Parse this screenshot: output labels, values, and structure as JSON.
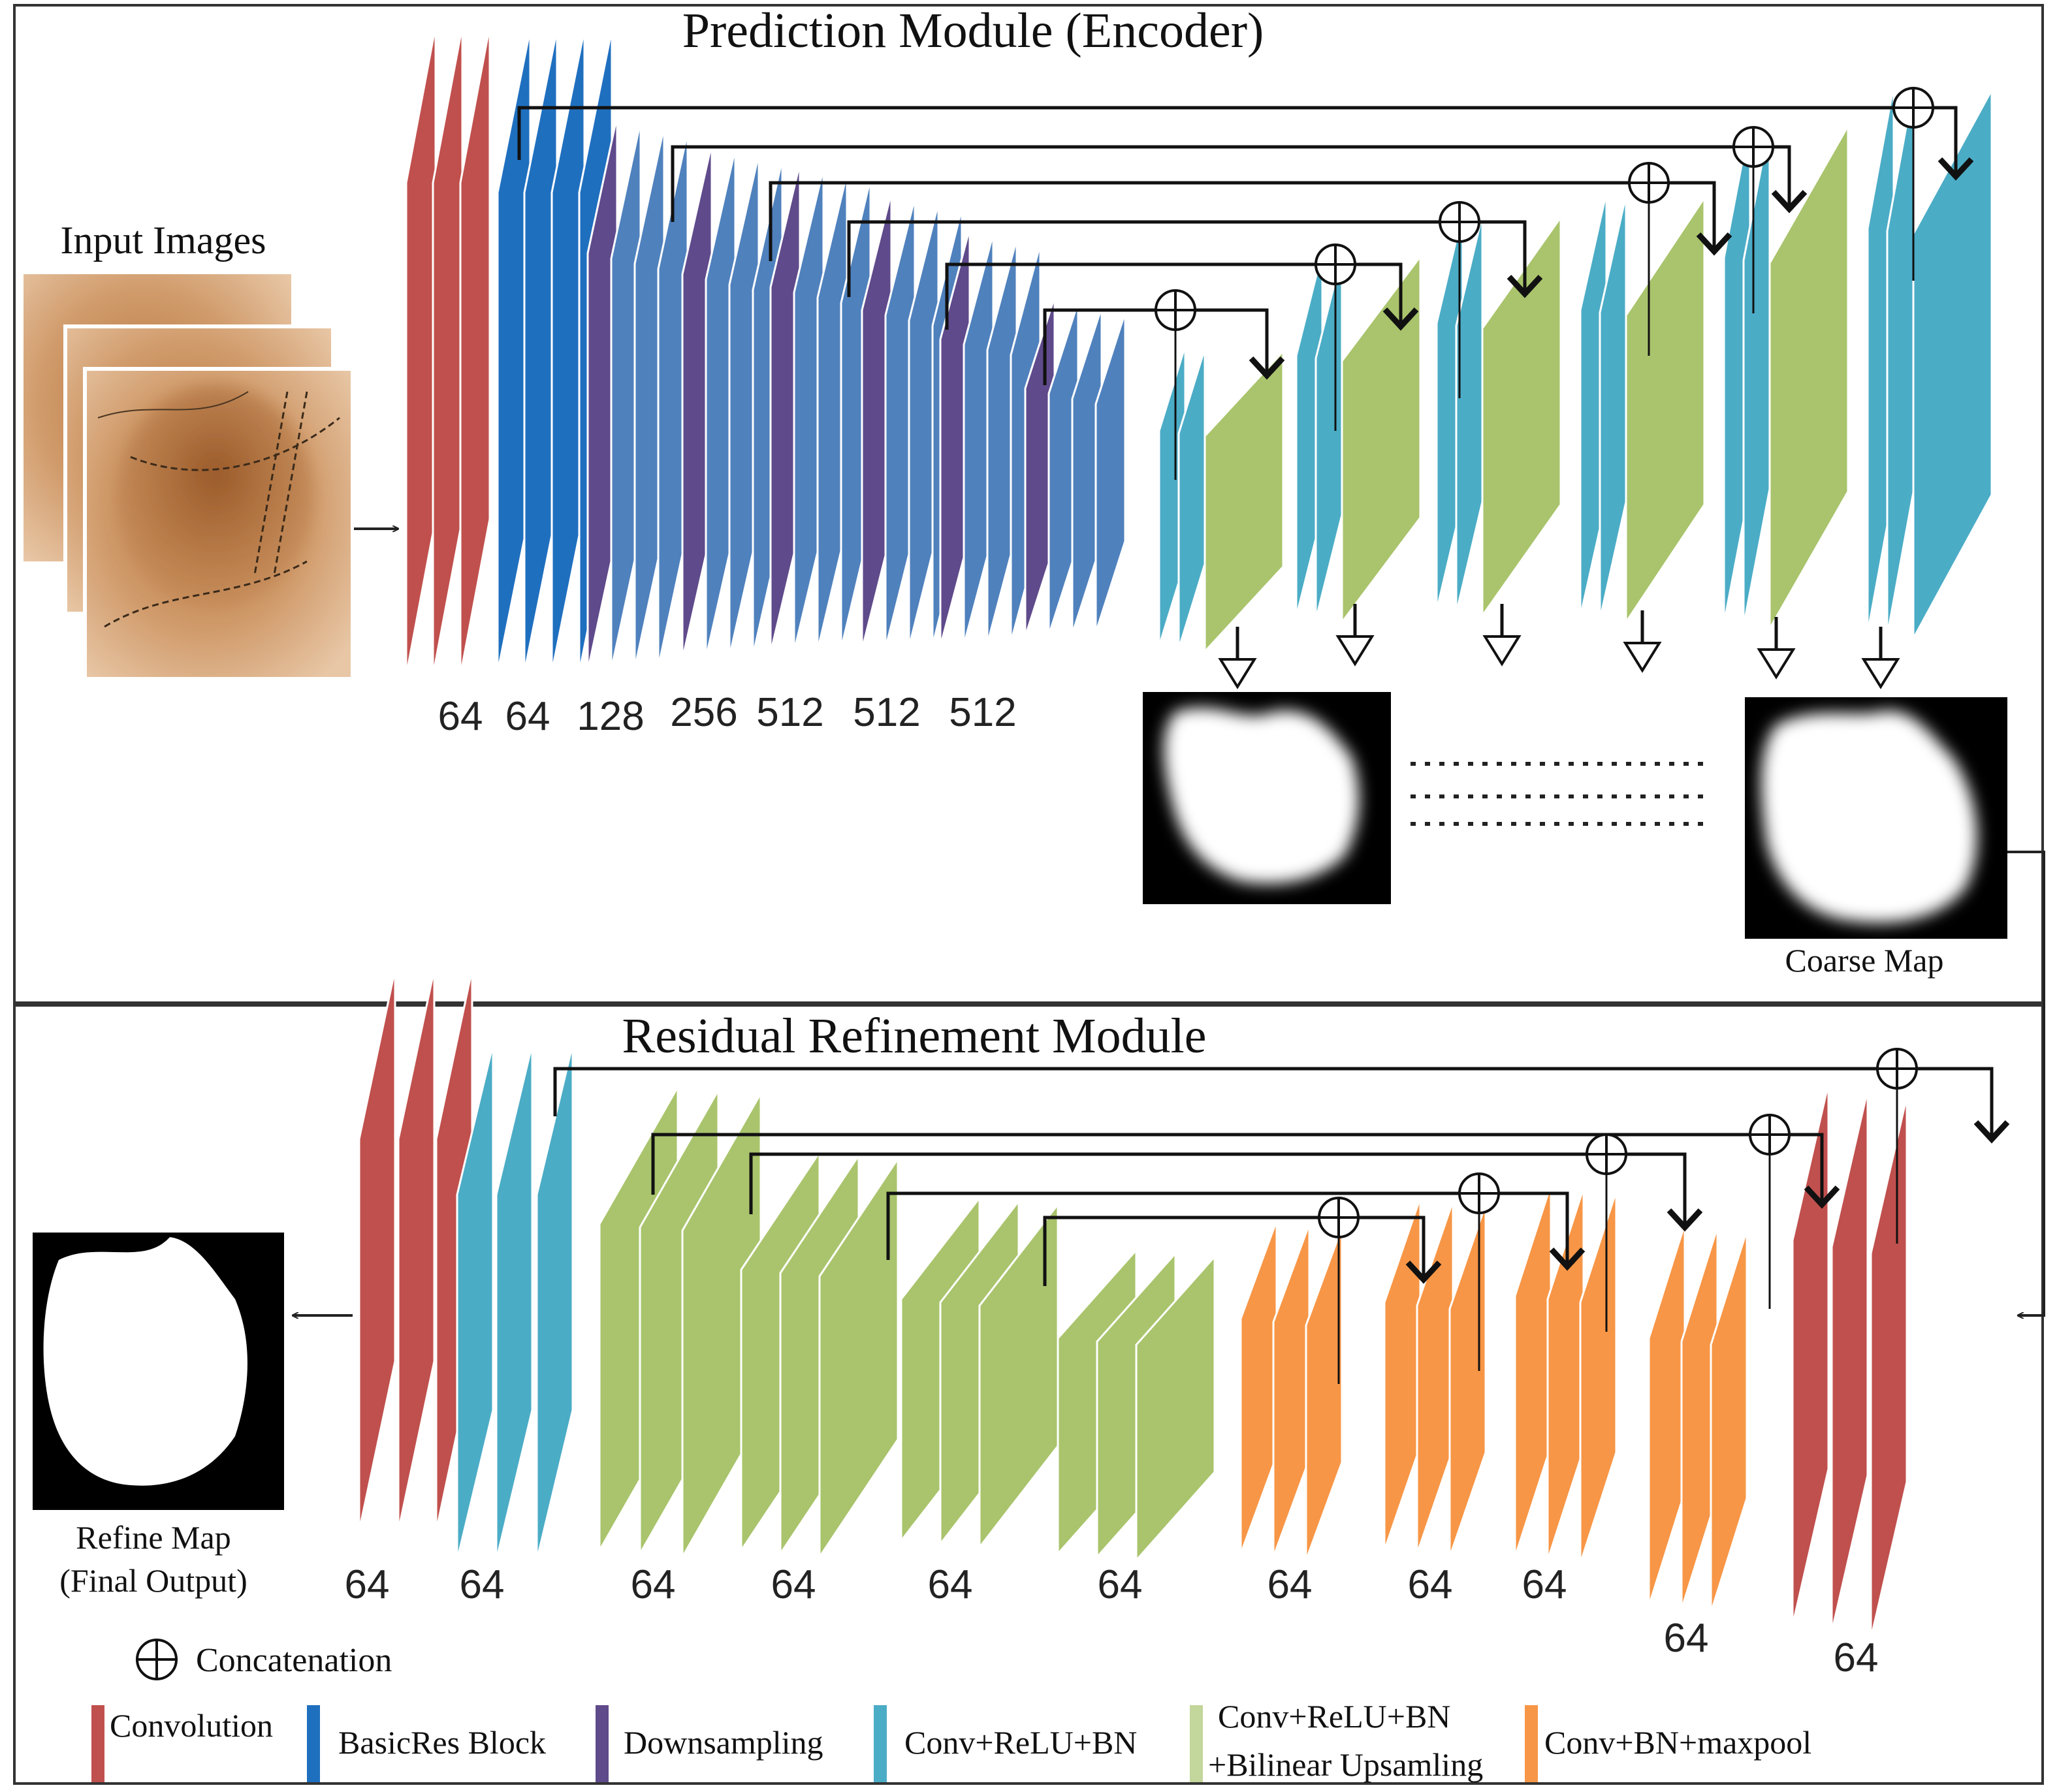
{
  "titles": {
    "prediction": "Prediction Module (Encoder)",
    "refinement": "Residual Refinement Module"
  },
  "labels": {
    "input": "Input Images",
    "coarse": "Coarse Map",
    "refine_line1": "Refine Map",
    "refine_line2": "(Final Output)"
  },
  "encoder_channels": [
    "64",
    "64",
    "128",
    "256",
    "512",
    "512",
    "512"
  ],
  "rrm_channels": [
    "64",
    "64",
    "64",
    "64",
    "64",
    "64",
    "64",
    "64",
    "64",
    "64",
    "64"
  ],
  "legend": {
    "concat": "Concatenation",
    "items": [
      {
        "label": "Convolution",
        "color": "#c0504d"
      },
      {
        "label": "BasicRes Block",
        "color": "#1f6fbf"
      },
      {
        "label": "Downsampling",
        "color": "#5f4a8b"
      },
      {
        "label": "Conv+ReLU+BN",
        "color": "#4bacc6"
      },
      {
        "label": "Conv+ReLU+BN",
        "label2": "+Bilinear Upsamling",
        "color": "#c3d69b"
      },
      {
        "label": "Conv+BN+maxpool",
        "color": "#f79646"
      }
    ]
  },
  "colors": {
    "convolution": "#c0504d",
    "basicres": "#1f6fbf",
    "downsampling": "#5f4a8b",
    "encoder_block": "#4f81bd",
    "conv_relu_bn": "#4bacc6",
    "upsampling": "#a9c46c",
    "maxpool": "#f79646"
  },
  "icons": [
    "concatenation-icon",
    "arrow-icon",
    "down-arrow-icon"
  ]
}
